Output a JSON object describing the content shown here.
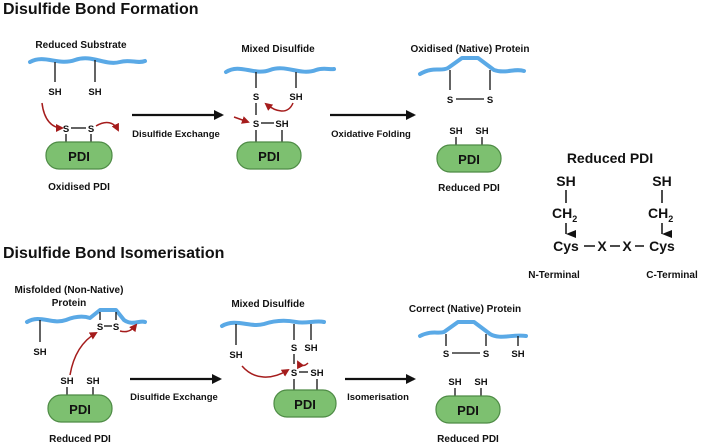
{
  "headings": {
    "formation": "Disulfide Bond Formation",
    "isomerisation": "Disulfide Bond Isomerisation"
  },
  "formation": {
    "substrate_label": "Reduced Substrate",
    "mixed_label": "Mixed Disulfide",
    "native_label": "Oxidised (Native) Protein",
    "oxidised_pdi_label": "Oxidised PDI",
    "reduced_pdi_label": "Reduced PDI",
    "step1": "Disulfide Exchange",
    "step2": "Oxidative Folding"
  },
  "isomerisation": {
    "misfolded_label_line1": "Misfolded (Non-Native)",
    "misfolded_label_line2": "Protein",
    "mixed_label": "Mixed Disulfide",
    "correct_label": "Correct (Native) Protein",
    "reduced_pdi_left": "Reduced PDI",
    "reduced_pdi_right": "Reduced PDI",
    "step1": "Disulfide Exchange",
    "step2": "Isomerisation"
  },
  "atoms": {
    "sh": "SH",
    "s": "S",
    "pdi": "PDI"
  },
  "reduced_pdi_structure": {
    "title": "Reduced PDI",
    "sh": "SH",
    "ch": "CH",
    "ch_sub": "2",
    "cys": "Cys",
    "x": "X",
    "n_terminal": "N-Terminal",
    "c_terminal": "C-Terminal"
  },
  "colors": {
    "protein": "#5aa9e6",
    "pdi_fill": "#7dc070",
    "pdi_stroke": "#4e8b45",
    "arrow_red": "#a51c1c"
  }
}
